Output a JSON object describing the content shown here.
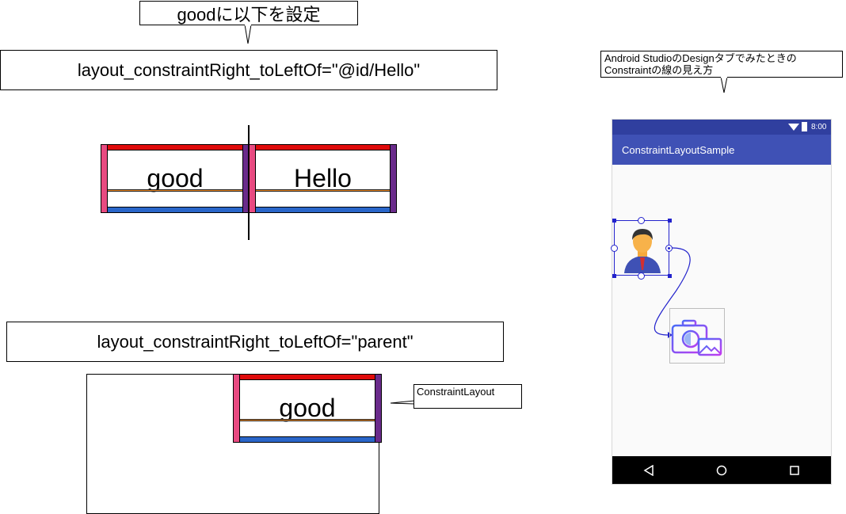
{
  "top_callout": {
    "text": "goodに以下を設定"
  },
  "attr_box_1": {
    "text": "layout_constraintRight_toLeftOf=\"@id/Hello\""
  },
  "diagram_1": {
    "widgets": [
      {
        "label": "good"
      },
      {
        "label": "Hello"
      }
    ]
  },
  "attr_box_2": {
    "text": "layout_constraintRight_toLeftOf=\"parent\""
  },
  "diagram_2": {
    "widget": {
      "label": "good"
    },
    "parent_callout": "ConstraintLayout"
  },
  "studio_callout": {
    "line1": "Android StudioのDesignタブでみたときの",
    "line2": "Constraintの線の見え方"
  },
  "phone": {
    "status_time": "8:00",
    "app_title": "ConstraintLayoutSample",
    "colors": {
      "statusbar": "#303f9f",
      "appbar": "#3f51b5",
      "constraint_line": "#2222cc"
    }
  },
  "colors": {
    "left_handle": "#e84a81",
    "right_handle": "#6a2b8b",
    "top_handle": "#e00b0b",
    "bottom_handle": "#2a66c9",
    "baseline": "#f08a24"
  }
}
